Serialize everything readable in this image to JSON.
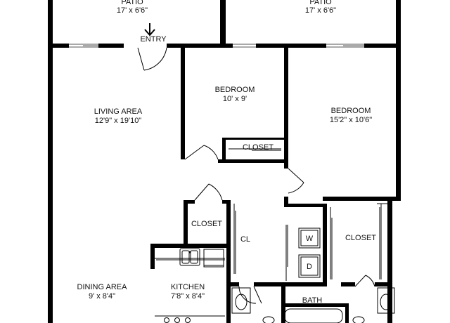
{
  "rooms": {
    "patio_left": {
      "name": "PATIO",
      "dims": "17' x 6'6\""
    },
    "patio_right": {
      "name": "PATIO",
      "dims": "17' x 6'6\""
    },
    "entry": {
      "name": "ENTRY"
    },
    "living": {
      "name": "LIVING AREA",
      "dims": "12'9\" x 19'10\""
    },
    "bedroom1": {
      "name": "BEDROOM",
      "dims": "10' x 9'"
    },
    "bedroom2": {
      "name": "BEDROOM",
      "dims": "15'2\" x 10'6\""
    },
    "closet_bed1": {
      "name": "CLOSET"
    },
    "closet_hall": {
      "name": "CLOSET"
    },
    "closet_bed2": {
      "name": "CLOSET"
    },
    "linen": {
      "name": "CL"
    },
    "washer": {
      "name": "W"
    },
    "dryer": {
      "name": "D"
    },
    "dining": {
      "name": "DINING AREA",
      "dims": "9' x 8'4\""
    },
    "kitchen": {
      "name": "KITCHEN",
      "dims": "7'8\" x 8'4\""
    },
    "bath": {
      "name": "BATH"
    }
  },
  "icons": {
    "entry_arrow": "down-arrow-icon",
    "washer": "washer-icon",
    "dryer": "dryer-icon",
    "sink": "sink-icon",
    "stove": "stove-icon"
  }
}
